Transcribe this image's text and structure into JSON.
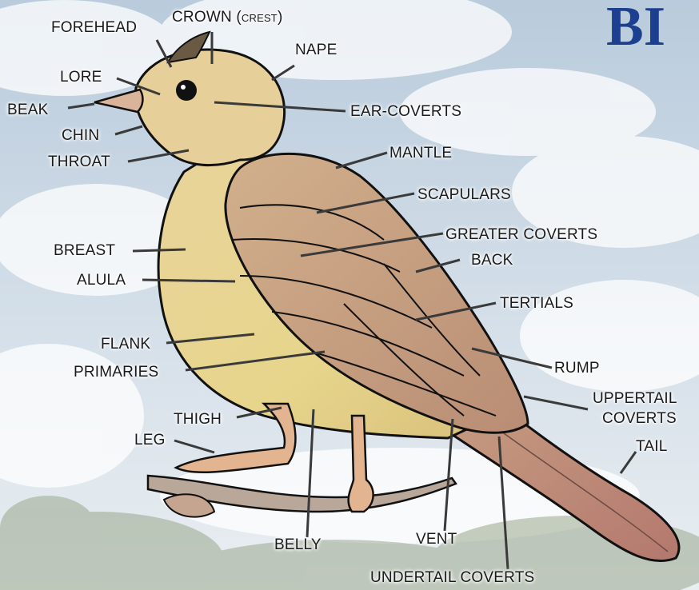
{
  "logo_text": "BI",
  "labels": {
    "forehead": "FOREHEAD",
    "crown": "CROWN (",
    "crest": "CREST",
    "crown_close": ")",
    "nape": "NAPE",
    "lore": "LORE",
    "beak": "BEAK",
    "ear_coverts": "EAR-COVERTS",
    "chin": "CHIN",
    "throat": "THROAT",
    "mantle": "MANTLE",
    "scapulars": "SCAPULARS",
    "greater_coverts": "GREATER COVERTS",
    "breast": "BREAST",
    "back": "BACK",
    "alula": "ALULA",
    "tertials": "TERTIALS",
    "flank": "FLANK",
    "primaries": "PRIMARIES",
    "rump": "RUMP",
    "uppertail_1": "UPPERTAIL",
    "uppertail_2": "COVERTS",
    "thigh": "THIGH",
    "tail": "TAIL",
    "leg": "LEG",
    "belly": "BELLY",
    "vent": "VENT",
    "undertail_coverts": "UNDERTAIL COVERTS"
  },
  "colors": {
    "sky": "#c9d7e4",
    "cloud": "#ffffff",
    "body": "#e3cf8a",
    "wing": "#c7a283",
    "outline": "#111111",
    "logo": "#1d3f8f",
    "leader": "#3a3a3a"
  }
}
